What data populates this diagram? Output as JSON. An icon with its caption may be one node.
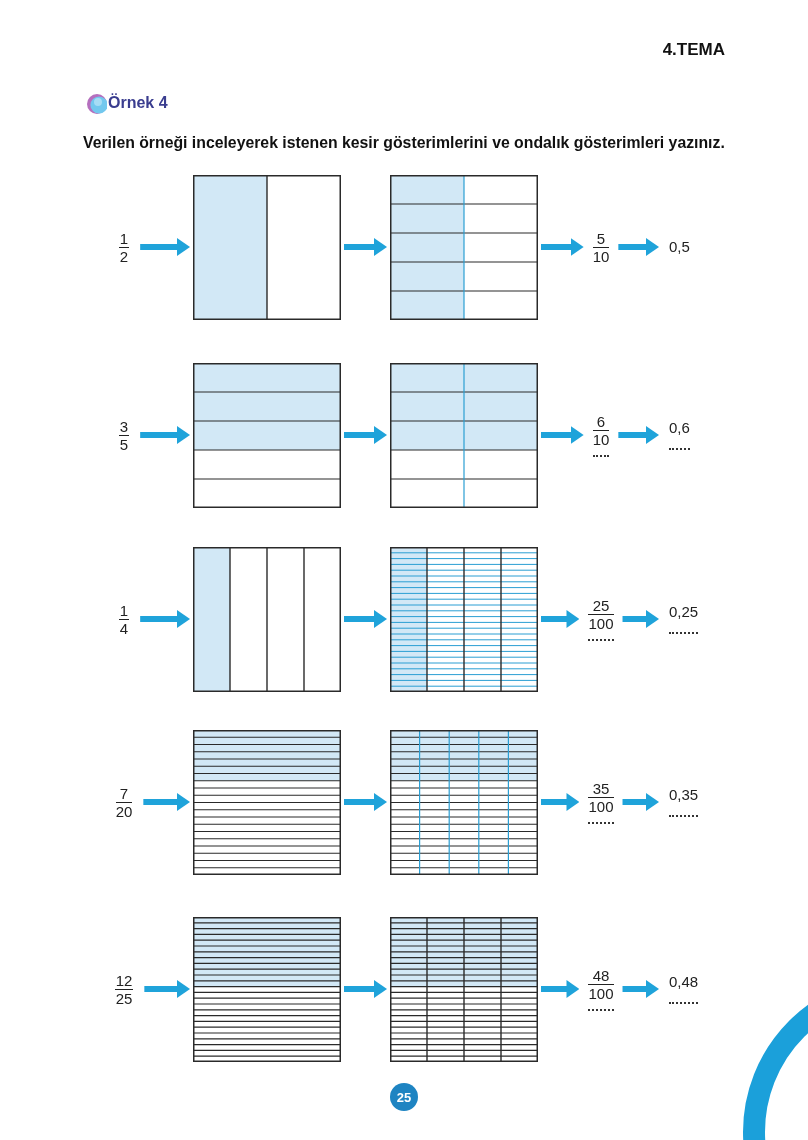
{
  "diagram": {
    "title": "Örnek 4",
    "nodes": [
      {
        "text": [
          "1",
          "2"
        ]
      },
      {
        "text": [],
        "shape": "grid"
      },
      {
        "text": [],
        "shape": "grid"
      },
      {
        "text": [
          "5",
          "10"
        ]
      },
      {
        "text": [
          "0,5"
        ]
      },
      {
        "text": [
          "3",
          "5"
        ]
      },
      {
        "text": [],
        "shape": "grid"
      },
      {
        "text": [],
        "shape": "grid"
      },
      {
        "text": [
          "6",
          "10"
        ]
      },
      {
        "text": [
          "0,6"
        ]
      },
      {
        "text": [
          "1",
          "4"
        ]
      },
      {
        "text": [],
        "shape": "grid"
      },
      {
        "text": [],
        "shape": "grid"
      },
      {
        "text": [
          "25",
          "100"
        ]
      },
      {
        "text": [
          "0,25"
        ]
      },
      {
        "text": [
          "7",
          "20"
        ]
      },
      {
        "text": [],
        "shape": "grid"
      },
      {
        "text": [],
        "shape": "grid"
      },
      {
        "text": [
          "35",
          "100"
        ]
      },
      {
        "text": [
          "0,35"
        ]
      },
      {
        "text": [
          "12",
          "25"
        ]
      },
      {
        "text": [],
        "shape": "grid"
      },
      {
        "text": [],
        "shape": "grid"
      },
      {
        "text": [
          "48",
          "100"
        ]
      },
      {
        "text": [
          "0,48"
        ]
      },
      {
        "text": [],
        "shape": "arc"
      }
    ],
    "edges": [
      {
        "from": 0,
        "to": 1,
        "arrow": "to"
      },
      {
        "from": 1,
        "to": 2,
        "arrow": "to"
      },
      {
        "from": 2,
        "to": 3,
        "arrow": "to"
      },
      {
        "from": 3,
        "to": 4,
        "arrow": "to"
      },
      {
        "from": 5,
        "to": 6,
        "arrow": "to"
      },
      {
        "from": 6,
        "to": 7,
        "arrow": "to"
      },
      {
        "from": 7,
        "to": 8,
        "arrow": "to"
      },
      {
        "from": 8,
        "to": 9,
        "arrow": "to"
      },
      {
        "from": 10,
        "to": 11,
        "arrow": "to"
      },
      {
        "from": 11,
        "to": 12,
        "arrow": "to"
      },
      {
        "from": 12,
        "to": 13,
        "arrow": "to"
      },
      {
        "from": 13,
        "to": 14,
        "arrow": "to"
      },
      {
        "from": 15,
        "to": 16,
        "arrow": "to"
      },
      {
        "from": 16,
        "to": 17,
        "arrow": "to"
      },
      {
        "from": 17,
        "to": 18,
        "arrow": "to"
      },
      {
        "from": 18,
        "to": 19,
        "arrow": "to"
      },
      {
        "from": 20,
        "to": 21,
        "arrow": "to"
      },
      {
        "from": 21,
        "to": 22,
        "arrow": "to"
      },
      {
        "from": 22,
        "to": 23,
        "arrow": "to"
      },
      {
        "from": 23,
        "to": 24,
        "arrow": "to"
      }
    ],
    "labels": [
      "4.TEMA",
      "Verilen örneği inceleyerek istenen kesir gösterimlerini ve ondalık gösterimleri yazınız.",
      "25"
    ]
  }
}
